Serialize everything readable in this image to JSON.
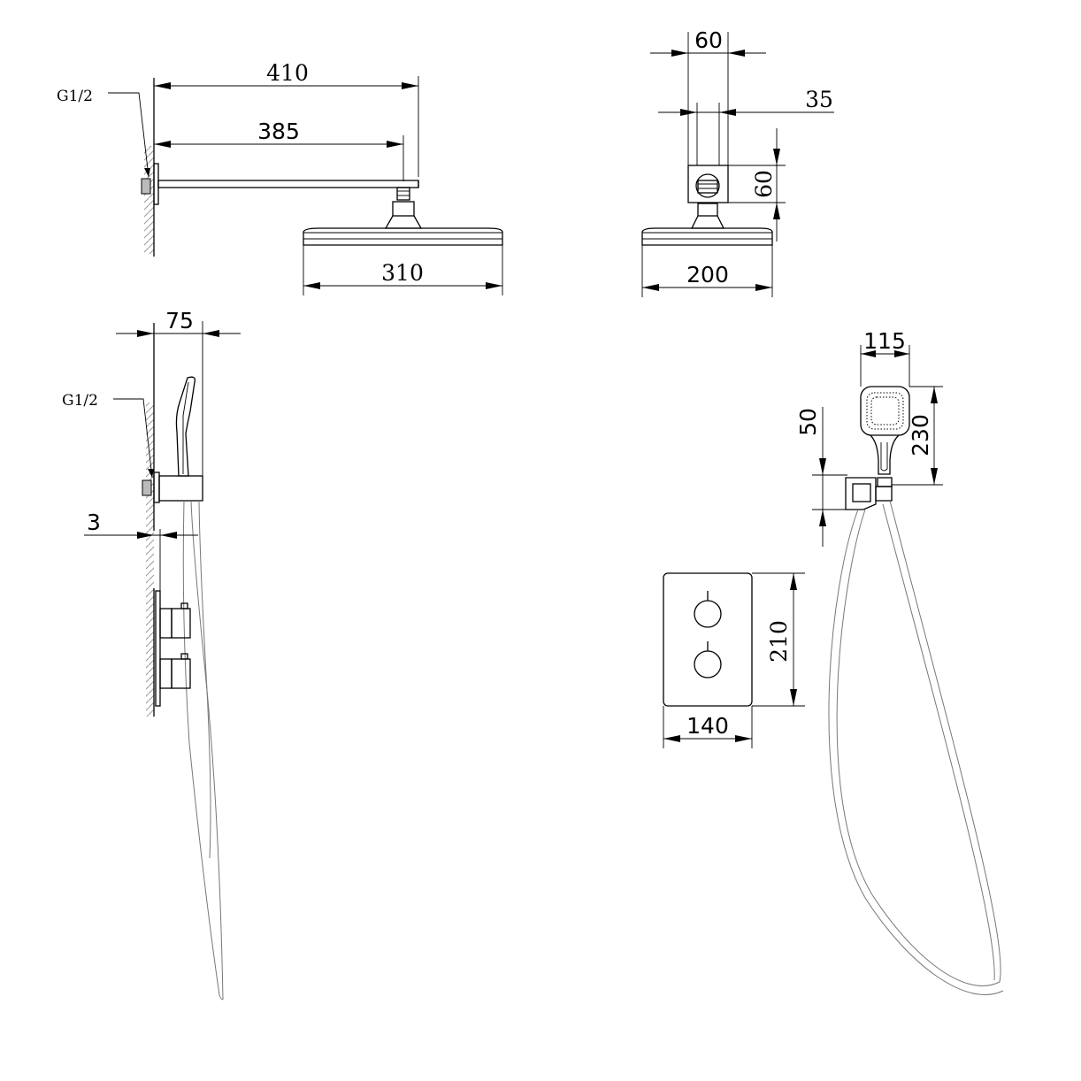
{
  "dimensions": {
    "arm_length_total": "410",
    "arm_length_projection": "385",
    "head_width_side": "310",
    "arm_depth": "60",
    "arm_diameter": "35",
    "arm_height": "60",
    "head_width_front": "200",
    "wall_outlet_depth": "75",
    "plate_thickness": "3",
    "handshower_width": "115",
    "handshower_length": "230",
    "holder_height": "50",
    "valve_plate_height": "210",
    "valve_plate_width": "140"
  },
  "labels": {
    "thread_top": "G1/2",
    "thread_side": "G1/2"
  }
}
